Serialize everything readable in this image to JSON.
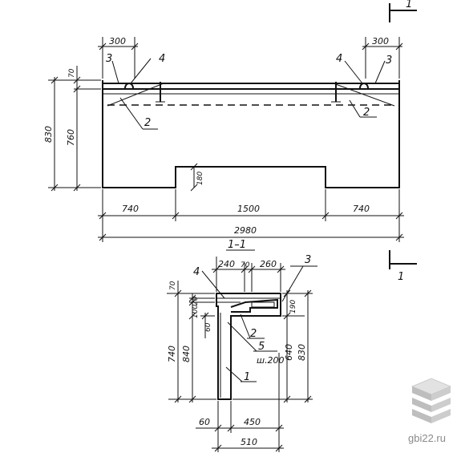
{
  "elevation": {
    "dims": {
      "top_left": "300",
      "top_right": "300",
      "h_total": "830",
      "h_wall": "760",
      "h_top": "70",
      "notch_h": "180",
      "seg_left": "740",
      "seg_mid": "1500",
      "seg_right": "740",
      "overall": "2980"
    },
    "markers": {
      "left_3": "3",
      "left_4": "4",
      "left_2": "2",
      "right_4": "4",
      "right_3": "3",
      "right_2": "2"
    }
  },
  "section": {
    "title": "1–1",
    "cut_mark_top": "1",
    "cut_mark_bottom": "1",
    "dims": {
      "top_a": "240",
      "top_b": "70",
      "top_c": "260",
      "l_70": "70",
      "l_20": "20",
      "l_100": "100",
      "l_60": "60",
      "l_740": "740",
      "l_840": "840",
      "r_190": "190",
      "r_640": "640",
      "r_830": "830",
      "b_60": "60",
      "b_450": "450",
      "b_510": "510"
    },
    "markers": {
      "m1": "1",
      "m2": "2",
      "m3": "3",
      "m4": "4",
      "m5": "5",
      "spacing": "ш.200"
    }
  },
  "watermark": {
    "text": "gbi22.ru"
  }
}
